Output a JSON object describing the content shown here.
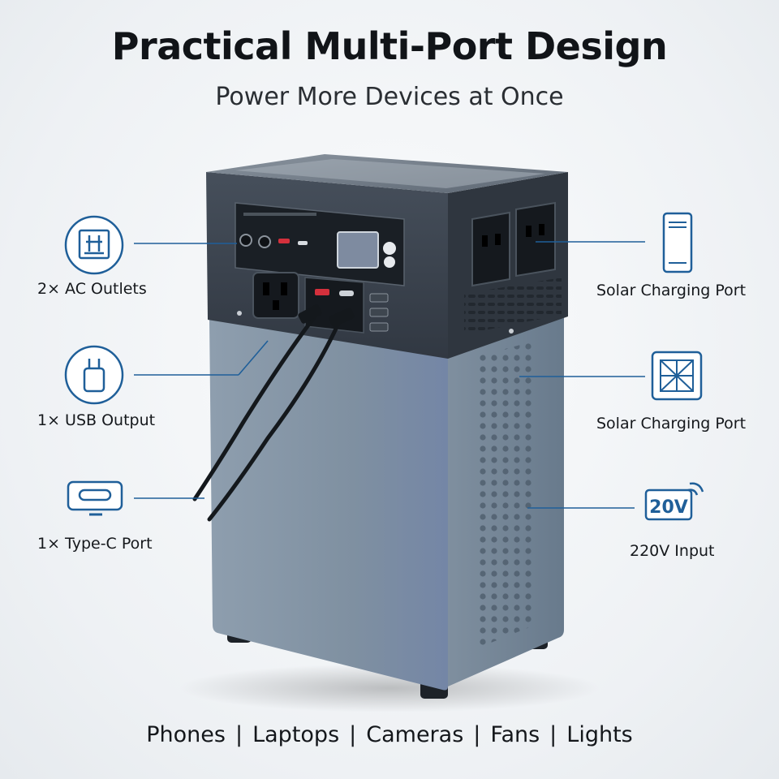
{
  "header": {
    "title": "Practical Multi-Port Design",
    "subtitle": "Power More Devices at Once"
  },
  "features_left": [
    {
      "label": "2× AC Outlets",
      "icon": "ac-outlet-icon"
    },
    {
      "label": "1× USB Output",
      "icon": "usb-plug-icon"
    },
    {
      "label": "1× Type-C Port",
      "icon": "type-c-icon"
    }
  ],
  "features_right": [
    {
      "label": "Solar Charging Port",
      "icon": "phone-panel-icon"
    },
    {
      "label": "Solar Charging Port",
      "icon": "solar-panel-icon"
    },
    {
      "label": "220V Input",
      "icon": "voltage-220v-icon",
      "icon_text": "20V"
    }
  ],
  "footer": {
    "devices": [
      "Phones",
      "Laptops",
      "Cameras",
      "Fans",
      "Lights"
    ]
  },
  "colors": {
    "accent_blue": "#1f5f99",
    "unit_dark": "#3a424d",
    "unit_body": "#8596a6",
    "text": "#15181c"
  }
}
